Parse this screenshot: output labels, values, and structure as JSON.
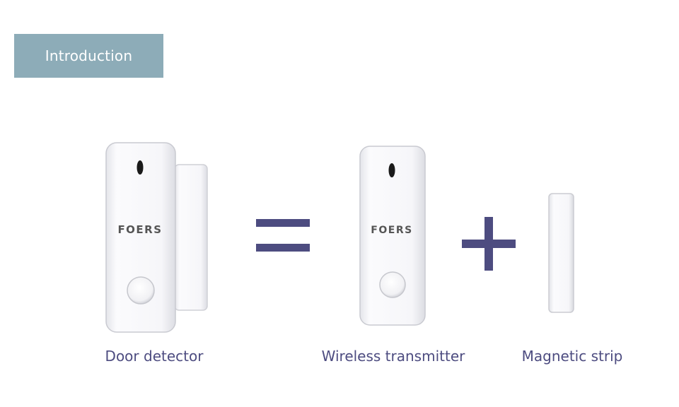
{
  "banner": {
    "title": "Introduction"
  },
  "products": {
    "door_detector": {
      "brand": "FOERS",
      "caption": "Door detector"
    },
    "transmitter": {
      "brand": "FOERS",
      "caption": "Wireless transmitter"
    },
    "magnetic_strip": {
      "caption": "Magnetic strip"
    }
  },
  "operators": {
    "equals": "equals-sign-icon",
    "plus": "plus-sign-icon"
  },
  "colors": {
    "banner_bg": "#8dacb8",
    "caption_text": "#4d4c80",
    "operator": "#4d4c80",
    "device_body": "#f7f7f9",
    "brand_text": "#555555"
  }
}
